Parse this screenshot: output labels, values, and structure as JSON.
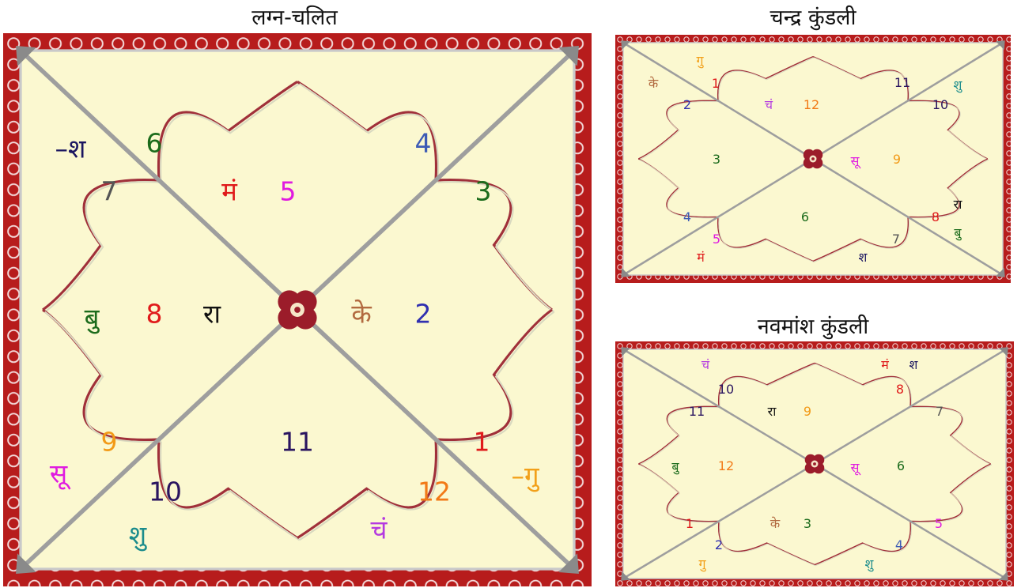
{
  "colors": {
    "bg": "#fbf8d0",
    "border": "#b71c1c",
    "line": "#9e9e9e",
    "curve": "#a0303a"
  },
  "charts": [
    {
      "id": "lagna-chalit",
      "title": "लग्न-चलित",
      "labels": [
        {
          "text": "–श",
          "color": "#1a1560"
        },
        {
          "text": "6",
          "color": "#1b6b1b"
        },
        {
          "text": "4",
          "color": "#3d5bb5"
        },
        {
          "text": "7",
          "color": "#555555"
        },
        {
          "text": "मं",
          "color": "#e01b1b"
        },
        {
          "text": "5",
          "color": "#e01be0"
        },
        {
          "text": "3",
          "color": "#1b6b1b"
        },
        {
          "text": "बु",
          "color": "#1b6b1b"
        },
        {
          "text": "8",
          "color": "#e01b1b"
        },
        {
          "text": "रा",
          "color": "#111111"
        },
        {
          "text": "के",
          "color": "#b26a40"
        },
        {
          "text": "2",
          "color": "#3030b0"
        },
        {
          "text": "9",
          "color": "#f29a17"
        },
        {
          "text": "11",
          "color": "#2a1560"
        },
        {
          "text": "1",
          "color": "#e01b1b"
        },
        {
          "text": "सू",
          "color": "#e01be0"
        },
        {
          "text": "10",
          "color": "#2a1560"
        },
        {
          "text": "–गु",
          "color": "#f2a019"
        },
        {
          "text": "12",
          "color": "#f27a17"
        },
        {
          "text": "शु",
          "color": "#1b8c8c"
        },
        {
          "text": "चं",
          "color": "#b43ae0"
        }
      ]
    },
    {
      "id": "chandra-kundli",
      "title": "चन्द्र कुंडली",
      "labels": [
        {
          "text": "गु",
          "color": "#f2a019"
        },
        {
          "text": "के",
          "color": "#b26a40"
        },
        {
          "text": "1",
          "color": "#e01b1b"
        },
        {
          "text": "11",
          "color": "#2a1560"
        },
        {
          "text": "शु",
          "color": "#1b8c8c"
        },
        {
          "text": "2",
          "color": "#3030b0"
        },
        {
          "text": "चं",
          "color": "#b43ae0"
        },
        {
          "text": "12",
          "color": "#f27a17"
        },
        {
          "text": "10",
          "color": "#2a1560"
        },
        {
          "text": "3",
          "color": "#1b6b1b"
        },
        {
          "text": "सू",
          "color": "#e01be0"
        },
        {
          "text": "9",
          "color": "#f29a17"
        },
        {
          "text": "रा",
          "color": "#111111"
        },
        {
          "text": "4",
          "color": "#3d5bb5"
        },
        {
          "text": "6",
          "color": "#1b6b1b"
        },
        {
          "text": "8",
          "color": "#e01b1b"
        },
        {
          "text": "5",
          "color": "#e01be0"
        },
        {
          "text": "7",
          "color": "#555555"
        },
        {
          "text": "बु",
          "color": "#1b6b1b"
        },
        {
          "text": "मं",
          "color": "#e01b1b"
        },
        {
          "text": "श",
          "color": "#1a1560"
        }
      ]
    },
    {
      "id": "navamansh-kundli",
      "title": "नवमांश कुंडली",
      "labels": [
        {
          "text": "चं",
          "color": "#b43ae0"
        },
        {
          "text": "मं",
          "color": "#e01b1b"
        },
        {
          "text": "श",
          "color": "#1a1560"
        },
        {
          "text": "10",
          "color": "#2a1560"
        },
        {
          "text": "8",
          "color": "#e01b1b"
        },
        {
          "text": "11",
          "color": "#2a1560"
        },
        {
          "text": "रा",
          "color": "#111111"
        },
        {
          "text": "9",
          "color": "#f29a17"
        },
        {
          "text": "7",
          "color": "#555555"
        },
        {
          "text": "बु",
          "color": "#1b6b1b"
        },
        {
          "text": "12",
          "color": "#f27a17"
        },
        {
          "text": "सू",
          "color": "#e01be0"
        },
        {
          "text": "6",
          "color": "#1b6b1b"
        },
        {
          "text": "1",
          "color": "#e01b1b"
        },
        {
          "text": "के",
          "color": "#b26a40"
        },
        {
          "text": "3",
          "color": "#1b6b1b"
        },
        {
          "text": "5",
          "color": "#e01be0"
        },
        {
          "text": "2",
          "color": "#3030b0"
        },
        {
          "text": "4",
          "color": "#3d5bb5"
        },
        {
          "text": "गु",
          "color": "#f2a019"
        },
        {
          "text": "शु",
          "color": "#1b8c8c"
        }
      ]
    }
  ]
}
